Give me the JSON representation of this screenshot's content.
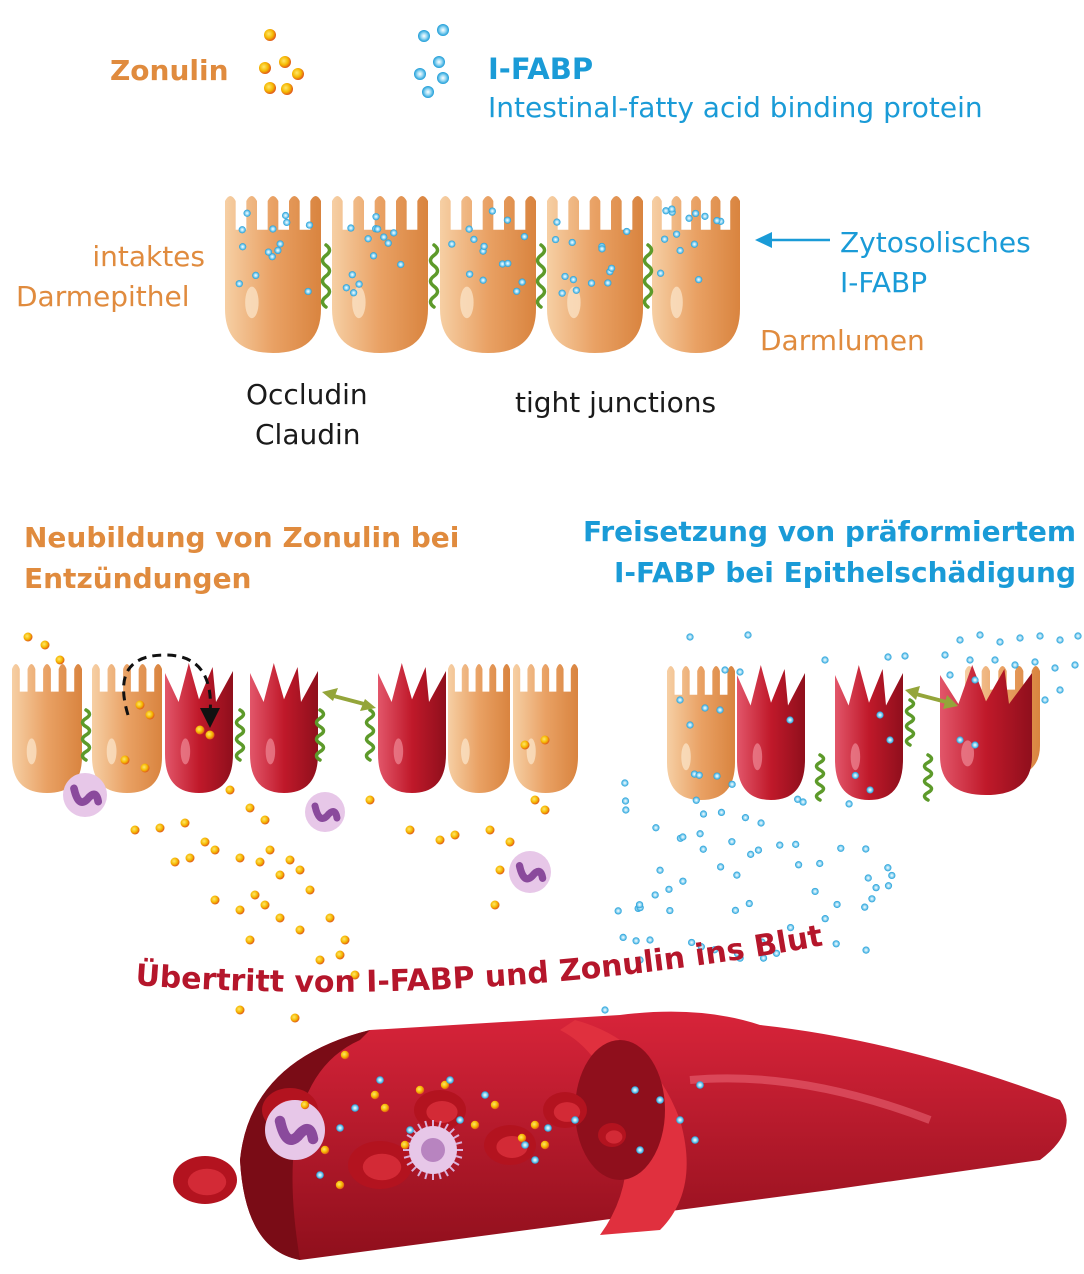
{
  "legend": {
    "zonulin_label": "Zonulin",
    "ifabp_label": "I-FABP",
    "ifabp_full": "Intestinal-fatty acid binding protein"
  },
  "epithelium": {
    "left_label_line1": "intaktes",
    "left_label_line2": "Darmepithel",
    "right_label_line1": "Zytosolisches",
    "right_label_line2": "I-FABP",
    "lumen_label": "Darmlumen",
    "proteins_line1": "Occludin",
    "proteins_line2": "Claudin",
    "junctions_label": "tight junctions"
  },
  "sections": {
    "left_heading_line1": "Neubildung von Zonulin bei",
    "left_heading_line2": "Entzündungen",
    "right_heading_line1": "Freisetzung von präformiertem",
    "right_heading_line2": "I-FABP bei Epithelschädigung"
  },
  "blood": {
    "caption": "Übertritt von I-FABP und Zonulin ins Blut"
  },
  "colors": {
    "zonulin": "#e08b3e",
    "ifabp": "#1a9bd7",
    "cell": "#e9a164",
    "damaged_cell": "#c0192a",
    "junction": "#5d9a2a",
    "blood": "#c0192a",
    "caption": "#b5162b"
  }
}
